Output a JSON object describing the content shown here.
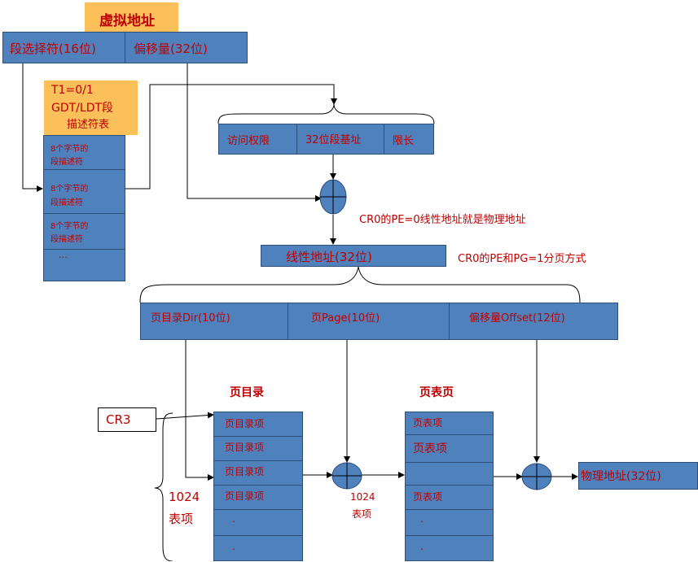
{
  "virtual_address": {
    "title": "虚拟地址",
    "segment_selector": "段选择符(16位)",
    "offset": "偏移量(32位)"
  },
  "gdt_label": {
    "line1": "T1=0/1",
    "line2": "GDT/LDT段",
    "line3": "描述符表"
  },
  "descriptor_table": {
    "entries": [
      "8个字节的\n段描述符",
      "8个字节的\n段描述符",
      "8个字节的\n段描述符",
      "…"
    ]
  },
  "segment_descriptor": {
    "access": "访问权限",
    "base": "32位段基址",
    "limit": "限长"
  },
  "notes": {
    "pe0": "CR0的PE=0线性地址就是物理地址",
    "paging": "CR0的PE和PG=1分页方式"
  },
  "linear_address": {
    "title": "线性地址(32位)",
    "dir": "页目录Dir(10位)",
    "page": "页Page(10位)",
    "offset": "偏移量Offset(12位)"
  },
  "page_directory": {
    "title": "页目录",
    "entries": [
      "页目录项",
      "页目录项",
      "页目录项",
      "页目录项",
      ".",
      "."
    ]
  },
  "page_table": {
    "title": "页表页",
    "entries": [
      "页表项",
      "页表项",
      "",
      "页表项",
      ".",
      "."
    ]
  },
  "cr3": "CR3",
  "count_left": {
    "line1": "1024",
    "line2": "表项"
  },
  "count_mid": {
    "line1": "1024",
    "line2": "表项"
  },
  "physical_address": "物理地址(32位)",
  "colors": {
    "box_fill": "#4f81bd",
    "box_border": "#2e4e7a",
    "label_fill": "#fbc05a",
    "text_red": "#c00000"
  }
}
